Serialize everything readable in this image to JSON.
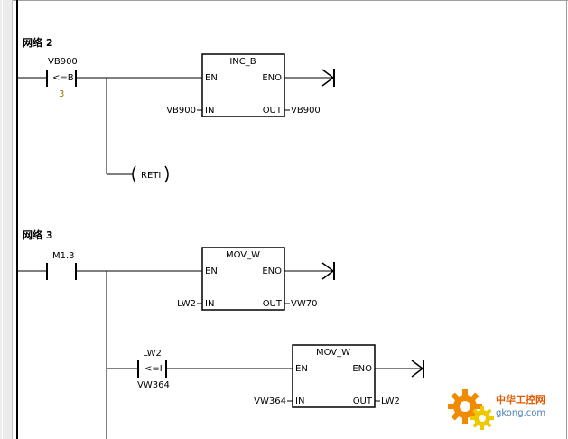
{
  "networks": [
    {
      "title": "网络 2",
      "contact": {
        "operand": "VB900",
        "comparator": "<=B",
        "constant": "3"
      },
      "box": {
        "name": "INC_B",
        "en": "EN",
        "eno": "ENO",
        "in_label": "IN",
        "out_label": "OUT",
        "in_operand": "VB900",
        "out_operand": "VB900"
      },
      "coil": {
        "label": "RETI"
      }
    },
    {
      "title": "网络 3",
      "contact": {
        "operand": "M1.3"
      },
      "box1": {
        "name": "MOV_W",
        "en": "EN",
        "eno": "ENO",
        "in_label": "IN",
        "out_label": "OUT",
        "in_operand": "LW2",
        "out_operand": "VW70"
      },
      "contact2": {
        "operand": "LW2",
        "comparator": "<=I",
        "constant": "VW364"
      },
      "box2": {
        "name": "MOV_W",
        "en": "EN",
        "eno": "ENO",
        "in_label": "IN",
        "out_label": "OUT",
        "in_operand": "VW364",
        "out_operand": "LW2"
      }
    }
  ],
  "watermark": {
    "brand": "中华工控网",
    "url": "gkong.com",
    "accent_orange": "#f08a00",
    "accent_yellow": "#f0c800"
  }
}
